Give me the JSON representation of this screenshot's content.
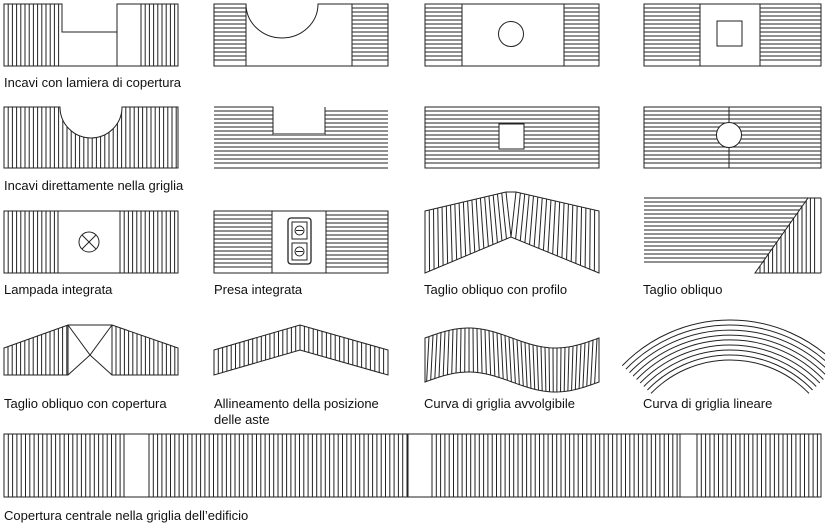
{
  "captions": {
    "incavi_lamiera": "Incavi con lamiera di copertura",
    "incavi_griglia": "Incavi direttamente nella griglia",
    "lampada": "Lampada integrata",
    "presa": "Presa integrata",
    "taglio_profilo": "Taglio obliquo con profilo",
    "taglio_obliquo": "Taglio obliquo",
    "taglio_copertura": "Taglio obliquo con copertura",
    "allineamento_1": "Allineamento della posizione",
    "allineamento_2": "delle aste",
    "curva_avvolgibile": "Curva di griglia avvolgibile",
    "curva_lineare": "Curva di griglia lineare",
    "copertura_centrale": "Copertura centrale nella griglia dell’edificio"
  },
  "colors": {
    "line": "#222222",
    "background": "#ffffff"
  },
  "icons": [
    "lamp-cross-icon",
    "double-socket-icon"
  ]
}
